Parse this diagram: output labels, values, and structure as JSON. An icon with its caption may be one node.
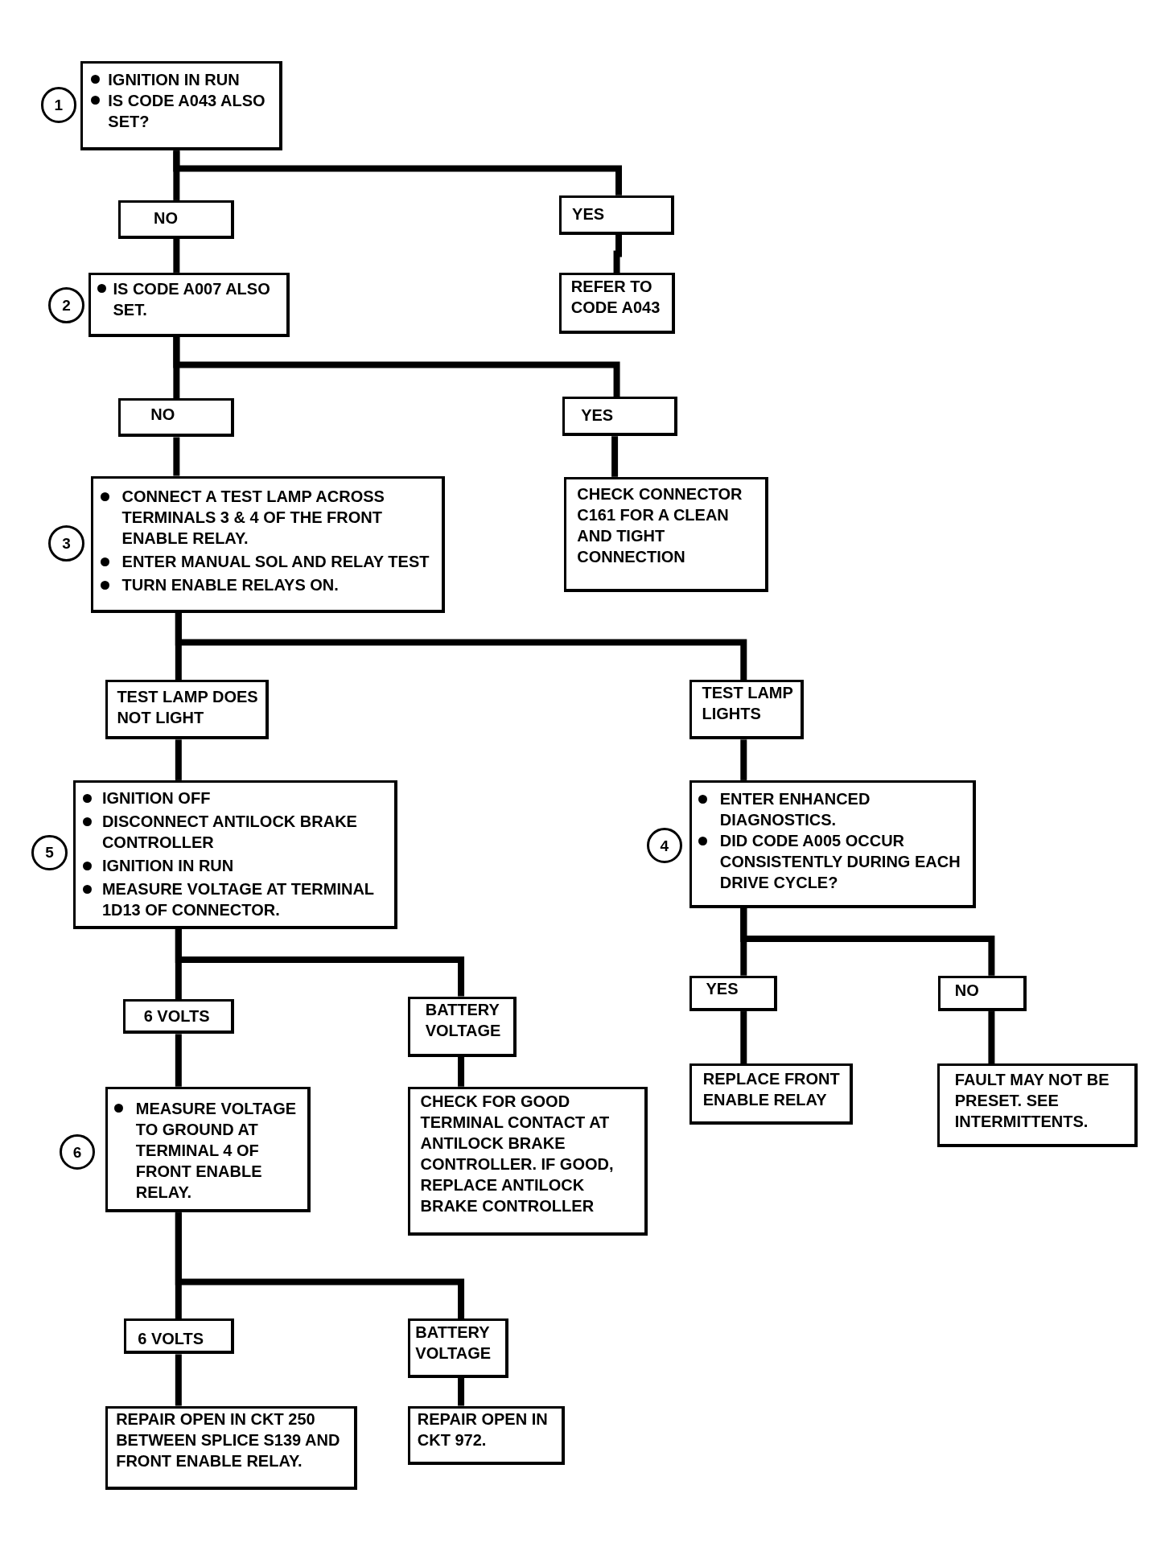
{
  "diagram": {
    "nodes": [
      {
        "text": [
          "IGNITION IN RUN",
          "IS CODE A043 ALSO SET?"
        ],
        "beside": [
          "1"
        ]
      },
      {
        "text": [
          "NO"
        ]
      },
      {
        "text": [
          "YES"
        ]
      },
      {
        "text": [
          "IS CODE A007 ALSO SET."
        ],
        "beside": [
          "2"
        ]
      },
      {
        "text": [
          "REFER TO CODE A043"
        ]
      },
      {
        "text": [
          "NO"
        ]
      },
      {
        "text": [
          "YES"
        ]
      },
      {
        "text": [
          "CONNECT A TEST LAMP ACROSS TERMINALS 3 & 4 OF THE FRONT ENABLE RELAY.",
          "ENTER MANUAL SOL AND RELAY TEST",
          "TURN ENABLE RELAYS ON."
        ],
        "beside": [
          "3"
        ]
      },
      {
        "text": [
          "CHECK CONNECTOR C161 FOR A CLEAN AND TIGHT CONNECTION"
        ]
      },
      {
        "text": [
          "TEST LAMP DOES NOT LIGHT"
        ]
      },
      {
        "text": [
          "TEST LAMP LIGHTS"
        ]
      },
      {
        "text": [
          "IGNITION OFF",
          "DISCONNECT ANTILOCK BRAKE CONTROLLER",
          "IGNITION IN RUN",
          "MEASURE VOLTAGE AT TERMINAL 1D13 OF CONNECTOR."
        ],
        "beside": [
          "5"
        ]
      },
      {
        "text": [
          "ENTER ENHANCED DIAGNOSTICS.",
          "DID CODE A005 OCCUR CONSISTENTLY DURING EACH DRIVE CYCLE?"
        ],
        "beside": [
          "4"
        ]
      },
      {
        "text": [
          "6 VOLTS"
        ]
      },
      {
        "text": [
          "BATTERY VOLTAGE"
        ]
      },
      {
        "text": [
          "YES"
        ]
      },
      {
        "text": [
          "NO"
        ]
      },
      {
        "text": [
          "MEASURE VOLTAGE TO GROUND AT TERMINAL 4 OF FRONT ENABLE RELAY."
        ],
        "beside": [
          "6"
        ]
      },
      {
        "text": [
          "CHECK FOR GOOD TERMINAL CONTACT AT ANTILOCK BRAKE CONTROLLER. IF GOOD, REPLACE ANTILOCK BRAKE CONTROLLER"
        ]
      },
      {
        "text": [
          "REPLACE FRONT ENABLE RELAY"
        ]
      },
      {
        "text": [
          "FAULT MAY NOT BE PRESET. SEE INTERMITTENTS."
        ]
      },
      {
        "text": [
          "6 VOLTS"
        ]
      },
      {
        "text": [
          "BATTERY VOLTAGE"
        ]
      },
      {
        "text": [
          "REPAIR OPEN IN CKT 250 BETWEEN SPLICE S139 AND FRONT ENABLE RELAY."
        ]
      },
      {
        "text": [
          "REPAIR OPEN IN CKT 972."
        ]
      }
    ],
    "edges": [
      {
        "from": 0,
        "to": 1,
        "arrow": "none"
      },
      {
        "from": 0,
        "to": 2,
        "arrow": "none"
      },
      {
        "from": 1,
        "to": 3,
        "arrow": "none"
      },
      {
        "from": 2,
        "to": 4,
        "arrow": "none"
      },
      {
        "from": 3,
        "to": 5,
        "arrow": "none"
      },
      {
        "from": 3,
        "to": 6,
        "arrow": "none"
      },
      {
        "from": 5,
        "to": 7,
        "arrow": "none"
      },
      {
        "from": 6,
        "to": 8,
        "arrow": "none"
      },
      {
        "from": 7,
        "to": 9,
        "arrow": "none"
      },
      {
        "from": 7,
        "to": 10,
        "arrow": "none"
      },
      {
        "from": 9,
        "to": 11,
        "arrow": "none"
      },
      {
        "from": 10,
        "to": 12,
        "arrow": "none"
      },
      {
        "from": 11,
        "to": 13,
        "arrow": "none"
      },
      {
        "from": 11,
        "to": 14,
        "arrow": "none"
      },
      {
        "from": 12,
        "to": 15,
        "arrow": "none"
      },
      {
        "from": 12,
        "to": 16,
        "arrow": "none"
      },
      {
        "from": 13,
        "to": 17,
        "arrow": "none"
      },
      {
        "from": 14,
        "to": 18,
        "arrow": "none"
      },
      {
        "from": 15,
        "to": 19,
        "arrow": "none"
      },
      {
        "from": 16,
        "to": 20,
        "arrow": "none"
      },
      {
        "from": 17,
        "to": 21,
        "arrow": "none"
      },
      {
        "from": 17,
        "to": 22,
        "arrow": "none"
      },
      {
        "from": 21,
        "to": 23,
        "arrow": "none"
      },
      {
        "from": 22,
        "to": 24,
        "arrow": "none"
      }
    ]
  }
}
